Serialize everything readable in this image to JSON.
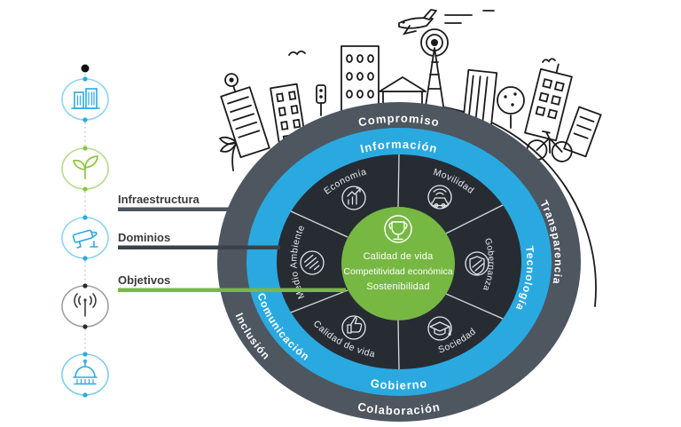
{
  "colors": {
    "outer_ring": "#4e5660",
    "blue_ring": "#29a9e0",
    "dark_ring": "#272c33",
    "center_green": "#77b843",
    "sidebar_blue": "#29abe2",
    "sidebar_green": "#8cc63f",
    "sidebar_dark": "#3a3a3a",
    "legend_line_infraestructura": "#4d565e",
    "legend_line_dominios": "#39424b",
    "legend_line_objetivos": "#7ab648"
  },
  "legend": {
    "infraestructura": "Infraestructura",
    "dominios": "Dominios",
    "objetivos": "Objetivos"
  },
  "outer_ring": {
    "top": "Compromiso",
    "right": "Transparencia",
    "bottom": "Colaboración",
    "left": "Inclusión"
  },
  "blue_ring": {
    "top": "Información",
    "right": "Tecnología",
    "bottom": "Gobierno",
    "left": "Comunicación"
  },
  "domains": {
    "economia": "Economía",
    "movilidad": "Movilidad",
    "gobernanza": "Gobernanza",
    "sociedad": "Sociedad",
    "calidad_de_vida": "Calidad de vida",
    "medio_ambiente": "Medio Ambiente"
  },
  "center": {
    "line1": "Calidad de vida",
    "line2": "Competitividad económica",
    "line3": "Sostenibilidad"
  },
  "icons": {
    "sidebar": [
      "building-icon",
      "sprout-icon",
      "cctv-camera-icon",
      "antenna-icon",
      "government-building-icon"
    ],
    "domains": [
      "growth-chart-icon",
      "connected-car-icon",
      "shield-icon",
      "graduation-cap-icon",
      "thumbs-up-icon",
      "wind-air-icon"
    ],
    "center": "trophy-icon",
    "skyline": [
      "airplane-icon",
      "radio-tower-icon",
      "city-buildings-icon",
      "palm-tree-icon",
      "bicycle-icon",
      "bird-icon",
      "tree-icon",
      "house-icon"
    ]
  }
}
